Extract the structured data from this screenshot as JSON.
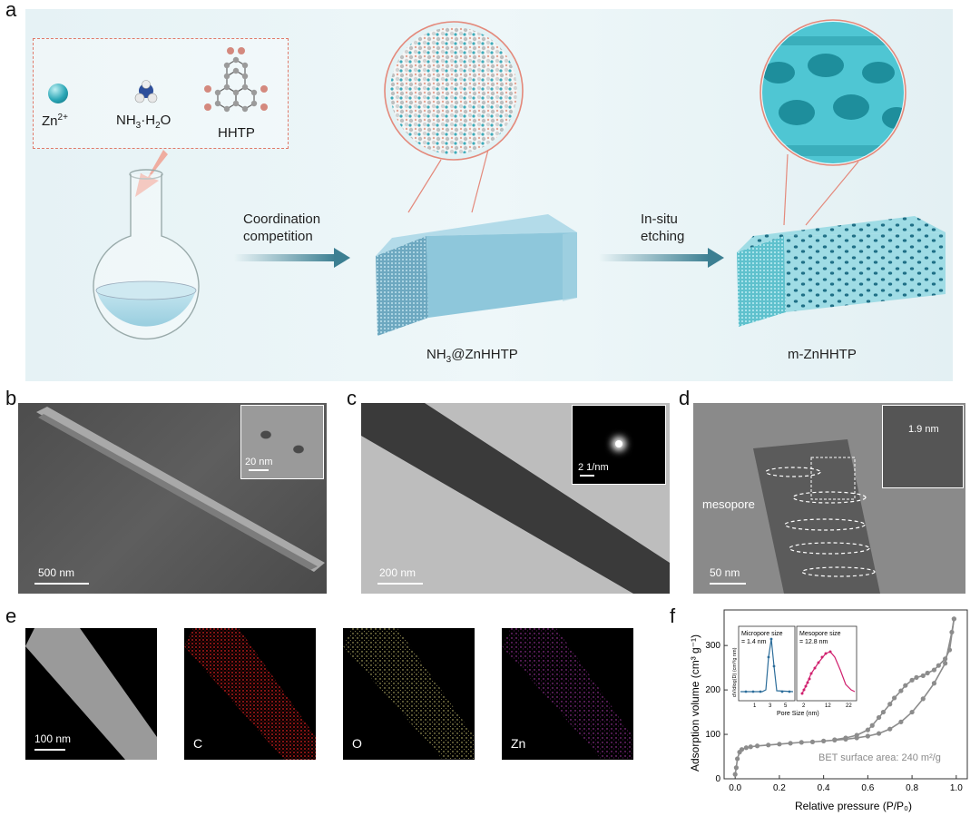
{
  "panel_a": {
    "label": "a",
    "reagents": {
      "zn": "Zn",
      "zn_sup": "2+",
      "nh3": "NH",
      "nh3_sub": "3",
      "nh3_rest": "·H",
      "h2o_sub": "2",
      "h2o_rest": "O",
      "hhtp": "HHTP"
    },
    "step1_line1": "Coordination",
    "step1_line2": "competition",
    "step2_line1": "In-situ",
    "step2_line2": "etching",
    "product1_a": "NH",
    "product1_sub": "3",
    "product1_b": "@ZnHHTP",
    "product2": "m-ZnHHTP"
  },
  "panel_b": {
    "label": "b",
    "scale": "500 nm",
    "inset_scale": "20 nm"
  },
  "panel_c": {
    "label": "c",
    "scale": "200 nm",
    "inset_scale": "2 1/nm"
  },
  "panel_d": {
    "label": "d",
    "annotation": "mesopore",
    "scale": "50 nm",
    "inset_value": "1.9 nm"
  },
  "panel_e": {
    "label": "e",
    "scale": "100 nm",
    "maps": [
      {
        "element": "",
        "color": "#ffffff"
      },
      {
        "element": "C",
        "color": "#e02020"
      },
      {
        "element": "O",
        "color": "#d8d07a"
      },
      {
        "element": "Zn",
        "color": "#c040c0"
      }
    ]
  },
  "panel_f": {
    "label": "f",
    "bet_text": "BET surface area: 240 m²/g",
    "inset1": {
      "title_line1": "Micropore size",
      "title_line2": "= 1.4 nm",
      "ylabel": "dV/dlog(D) (cm³/g nm)",
      "xticks": [
        "1",
        "3",
        "5"
      ]
    },
    "inset2": {
      "title_line1": "Mesopore size",
      "title_line2": "= 12.8 nm",
      "xticks": [
        "2",
        "12",
        "22"
      ]
    },
    "inset_xlabel": "Pore Size (nm)"
  },
  "chart_data": {
    "type": "line",
    "xlabel": "Relative pressure (P/P₀)",
    "ylabel": "Adsorption volume (cm³ g⁻¹)",
    "xlim": [
      -0.05,
      1.05
    ],
    "ylim": [
      0,
      380
    ],
    "xticks": [
      "0.0",
      "0.2",
      "0.4",
      "0.6",
      "0.8",
      "1.0"
    ],
    "yticks": [
      "0",
      "100",
      "200",
      "300"
    ],
    "color": "#8c8c8c",
    "series": [
      {
        "x": [
          0.0,
          0.005,
          0.01,
          0.02,
          0.03,
          0.05,
          0.07,
          0.1,
          0.15,
          0.2,
          0.25,
          0.3,
          0.35,
          0.4,
          0.45,
          0.5,
          0.55,
          0.6,
          0.65,
          0.7,
          0.75,
          0.8,
          0.85,
          0.9,
          0.95,
          0.98,
          0.99
        ],
        "y": [
          10,
          25,
          45,
          60,
          66,
          70,
          72,
          74,
          76,
          78,
          80,
          82,
          83,
          85,
          87,
          89,
          92,
          96,
          102,
          112,
          128,
          150,
          180,
          215,
          260,
          330,
          360
        ]
      },
      {
        "x": [
          0.99,
          0.97,
          0.95,
          0.92,
          0.9,
          0.87,
          0.85,
          0.82,
          0.8,
          0.77,
          0.75,
          0.72,
          0.7,
          0.67,
          0.65,
          0.62,
          0.6,
          0.55,
          0.5,
          0.45
        ],
        "y": [
          360,
          290,
          270,
          255,
          245,
          238,
          232,
          228,
          222,
          210,
          198,
          182,
          168,
          150,
          138,
          120,
          110,
          98,
          92,
          88
        ]
      }
    ]
  }
}
